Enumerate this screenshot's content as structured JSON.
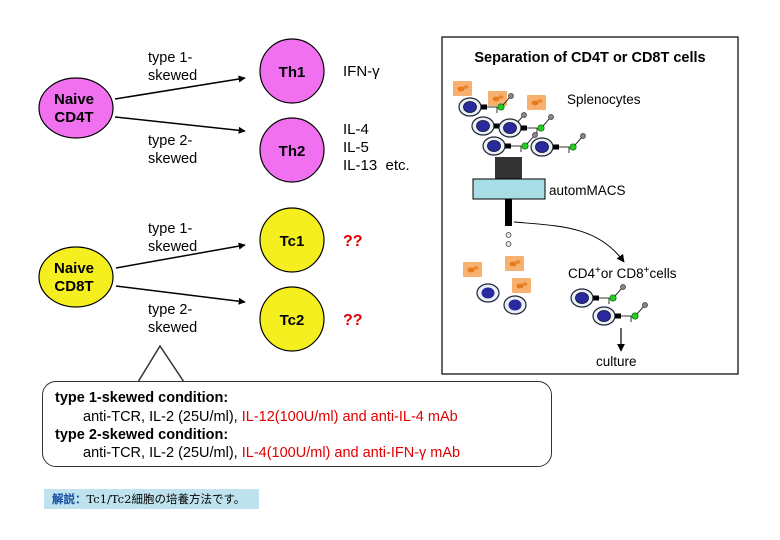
{
  "left": {
    "naive_cd4": [
      "Naive",
      "CD4T"
    ],
    "naive_cd8": [
      "Naive",
      "CD8T"
    ],
    "edges": {
      "cd4_type1": [
        "type 1-",
        "skewed"
      ],
      "cd4_type2": [
        "type 2-",
        "skewed"
      ],
      "cd8_type1": [
        "type 1-",
        "skewed"
      ],
      "cd8_type2": [
        "type 2-",
        "skewed"
      ]
    },
    "th1": {
      "label": "Th1",
      "cytokines": [
        "IFN-γ"
      ]
    },
    "th2": {
      "label": "Th2",
      "cytokines": [
        "IL-4",
        "IL-5",
        "IL-13  etc."
      ]
    },
    "tc1": {
      "label": "Tc1",
      "unknown": "??"
    },
    "tc2": {
      "label": "Tc2",
      "unknown": "??"
    },
    "colors": {
      "cd4": "#f070f0",
      "cd8": "#f5ef1f",
      "unknown_text": "#e00000"
    }
  },
  "right_panel": {
    "title": "Separation of CD4T or CD8T cells",
    "splenocytes": "Splenocytes",
    "automacs": "automMACS",
    "sorted_cells": {
      "pre": "CD4",
      "sup1": "+",
      "mid": "or CD8",
      "sup2": "+",
      "post": "cells"
    },
    "culture": "culture",
    "colors": {
      "column": "#a8dde6",
      "rbc": "#f4a460",
      "nucleus": "#2a2aa0",
      "marker": "#22cc22"
    }
  },
  "conditions": {
    "type1_head": "type 1-skewed condition:",
    "type1_base": "anti-TCR, IL-2 (25U/ml), ",
    "type1_extra": "IL-12(100U/ml) and anti-IL-4 mAb",
    "type2_head": "type 2-skewed condition:",
    "type2_base": "anti-TCR, IL-2 (25U/ml), ",
    "type2_extra": "IL-4(100U/ml) and anti-IFN-γ mAb"
  },
  "note": {
    "label": "解説：",
    "text": "Tc1/Tc2細胞の培養方法です。"
  }
}
